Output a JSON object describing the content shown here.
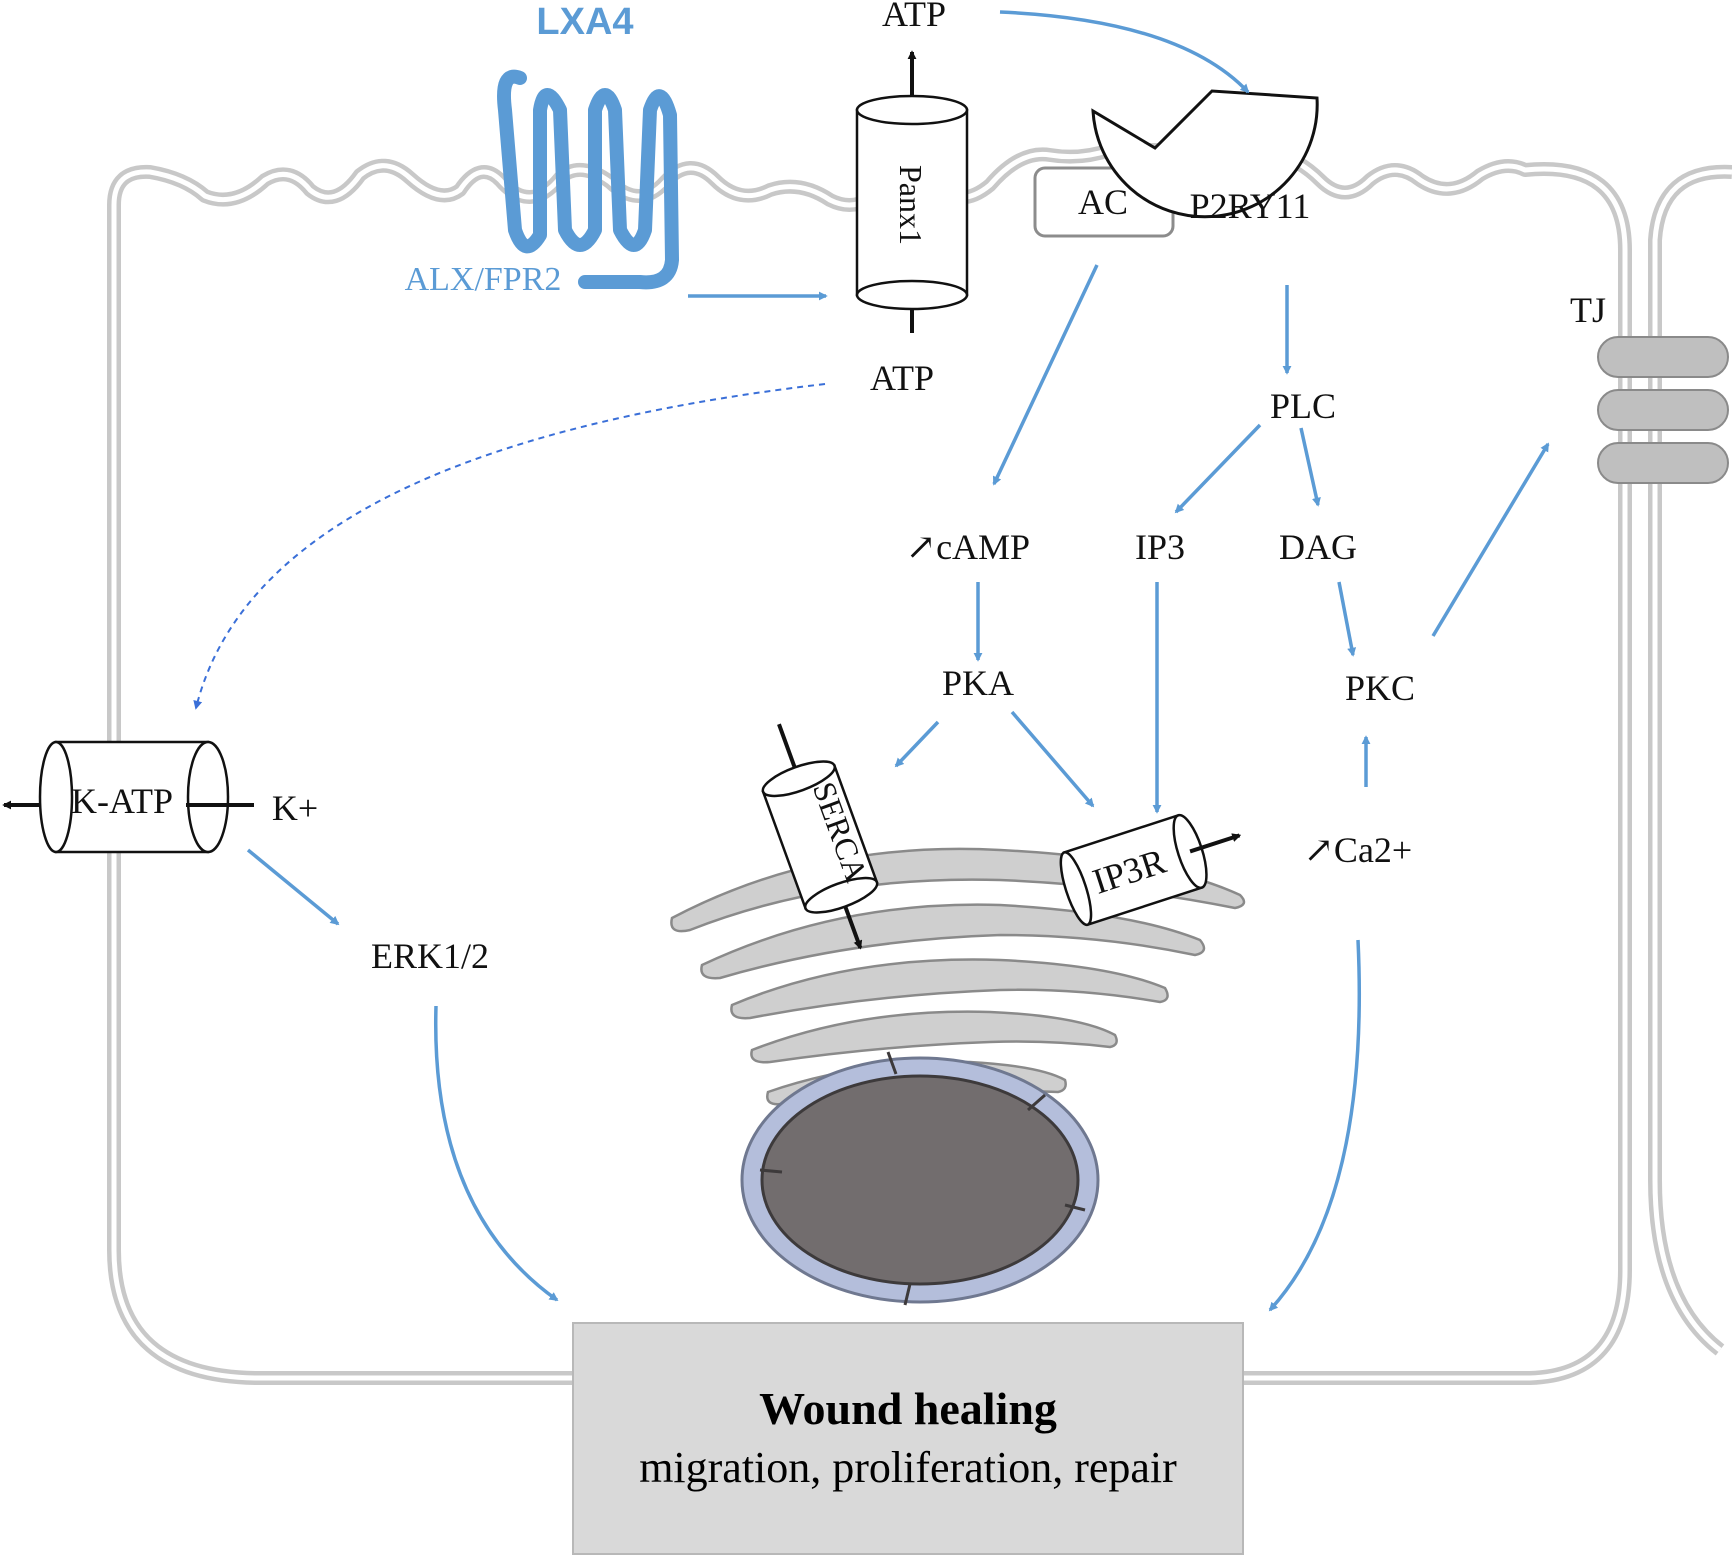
{
  "colors": {
    "signal_blue": "#5b9bd5",
    "membrane_gray": "#c8c8c8",
    "er_gray": "#cfcfcf",
    "nucleus": "#726d6e",
    "nuclear_envelope": "#b4bedb",
    "tight_junction": "#bfbfbf",
    "outcome_box": "#d9d9d9"
  },
  "receptor": {
    "ligand": "LXA4",
    "name": "ALX/FPR2"
  },
  "channels": {
    "panx1": "Panx1",
    "atp_out": "ATP",
    "atp_in": "ATP",
    "katp": "K-ATP",
    "k_ion": "K+",
    "serca": "SERCA",
    "ip3r": "IP3R"
  },
  "enzymes": {
    "ac": "AC",
    "p2ry11": "P2RY11",
    "plc": "PLC",
    "pka": "PKA",
    "pkc": "PKC",
    "erk": "ERK1/2"
  },
  "messengers": {
    "camp": "↗cAMP",
    "ip3": "IP3",
    "dag": "DAG",
    "ca": "↗Ca2+"
  },
  "junction": {
    "label": "TJ"
  },
  "outcome": {
    "title": "Wound healing",
    "description": "migration, proliferation, repair"
  }
}
